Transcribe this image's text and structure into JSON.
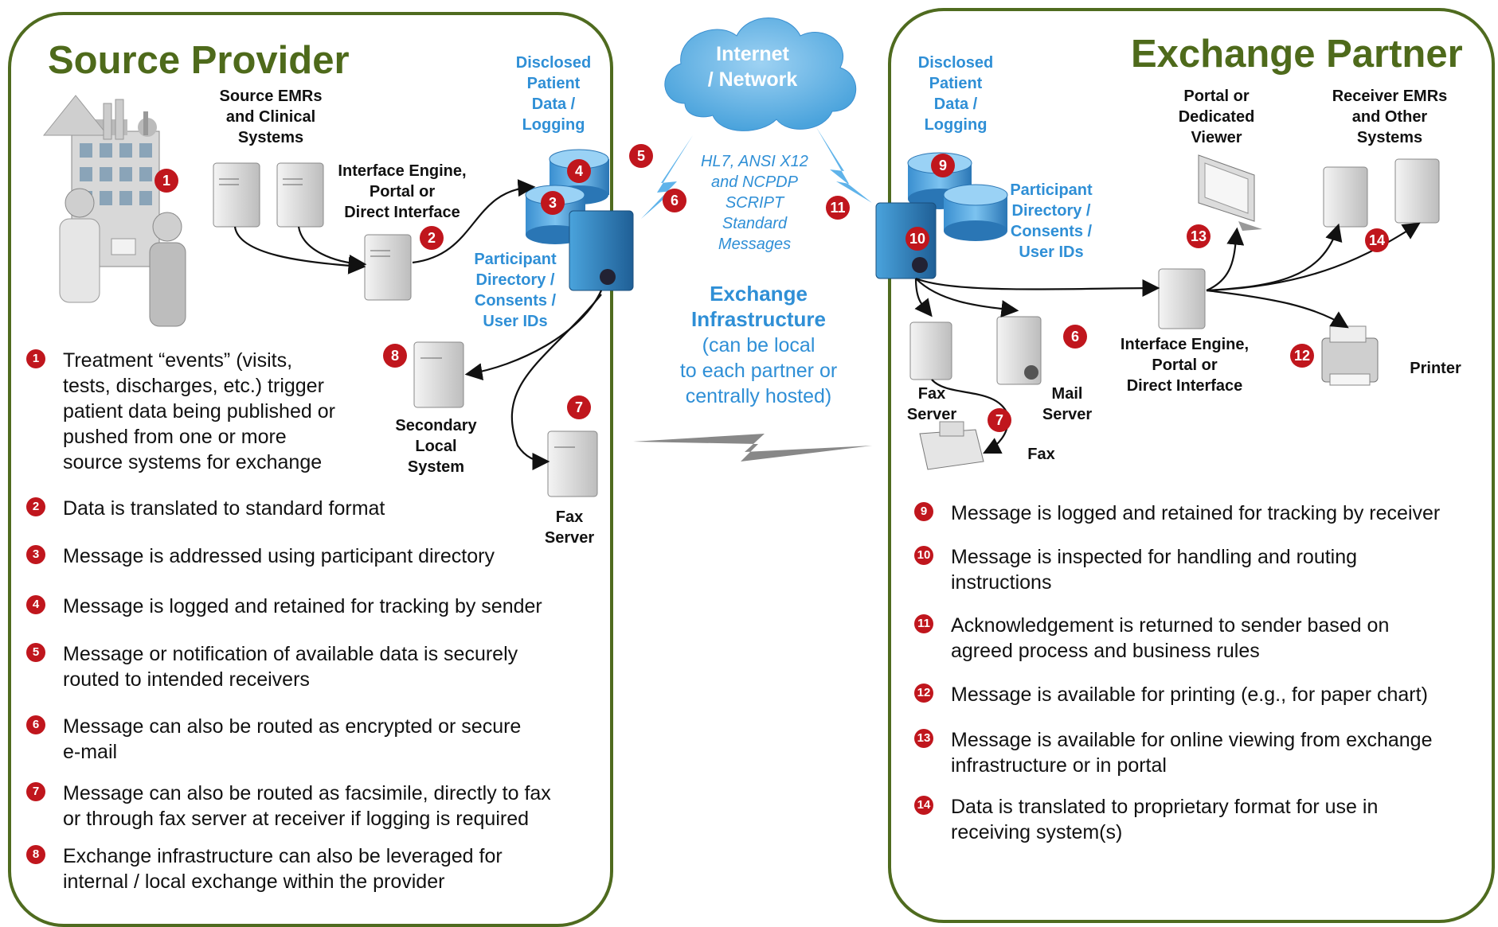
{
  "left_panel": {
    "title": "Source Provider",
    "source_emrs_label": "Source EMRs\nand Clinical\nSystems",
    "interface_engine_label": "Interface Engine,\nPortal or\nDirect Interface",
    "disclosed_label": "Disclosed\nPatient\nData /\nLogging",
    "participant_label": "Participant\nDirectory /\nConsents /\nUser IDs",
    "secondary_label": "Secondary\nLocal\nSystem",
    "fax_server_label": "Fax\nServer",
    "steps": [
      {
        "num": "1",
        "text": "Treatment “events” (visits,\ntests, discharges, etc.) trigger\npatient data being published or\npushed from one or more\nsource systems for exchange"
      },
      {
        "num": "2",
        "text": "Data is translated to standard format"
      },
      {
        "num": "3",
        "text": "Message is addressed using participant directory"
      },
      {
        "num": "4",
        "text": "Message is logged and retained for tracking by sender"
      },
      {
        "num": "5",
        "text": "Message or notification of available data is securely\nrouted to intended receivers"
      },
      {
        "num": "6",
        "text": "Message can also be routed as encrypted or secure\ne-mail"
      },
      {
        "num": "7",
        "text": "Message can also be routed as facsimile, directly to fax\nor through fax server at  receiver if logging  is required"
      },
      {
        "num": "8",
        "text": "Exchange infrastructure can also be leveraged for\ninternal / local exchange within the provider"
      }
    ]
  },
  "center": {
    "cloud_label": "Internet\n/ Network",
    "messages_label": "HL7, ANSI X12\nand NCPDP\nSCRIPT\nStandard\nMessages",
    "exchange_title": "Exchange\nInfrastructure",
    "exchange_sub": "(can be local\nto each partner or\ncentrally hosted)"
  },
  "right_panel": {
    "title": "Exchange Partner",
    "disclosed_label": "Disclosed\nPatient\nData /\nLogging",
    "participant_label": "Participant\nDirectory /\nConsents /\nUser IDs",
    "portal_label": "Portal or\nDedicated\nViewer",
    "receiver_label": "Receiver EMRs\nand Other\nSystems",
    "interface_engine_label": "Interface Engine,\nPortal or\nDirect Interface",
    "printer_label": "Printer",
    "fax_server_label": "Fax\nServer",
    "mail_server_label": "Mail\nServer",
    "fax_label": "Fax",
    "steps": [
      {
        "num": "9",
        "text": "Message is logged and retained for tracking by receiver"
      },
      {
        "num": "10",
        "text": "Message is inspected for handling and routing\ninstructions"
      },
      {
        "num": "11",
        "text": "Acknowledgement is returned to sender based on\nagreed process and business rules"
      },
      {
        "num": "12",
        "text": "Message is available for printing (e.g., for paper chart)"
      },
      {
        "num": "13",
        "text": "Message is available for online viewing from exchange\ninfrastructure or in portal"
      },
      {
        "num": "14",
        "text": "Data is translated to proprietary format for use in\nreceiving system(s)"
      }
    ]
  },
  "colors": {
    "panel_border": "#4f6b1f",
    "title": "#4e6a1b",
    "accent_blue": "#2f8fd6",
    "badge_red": "#c0161d"
  }
}
